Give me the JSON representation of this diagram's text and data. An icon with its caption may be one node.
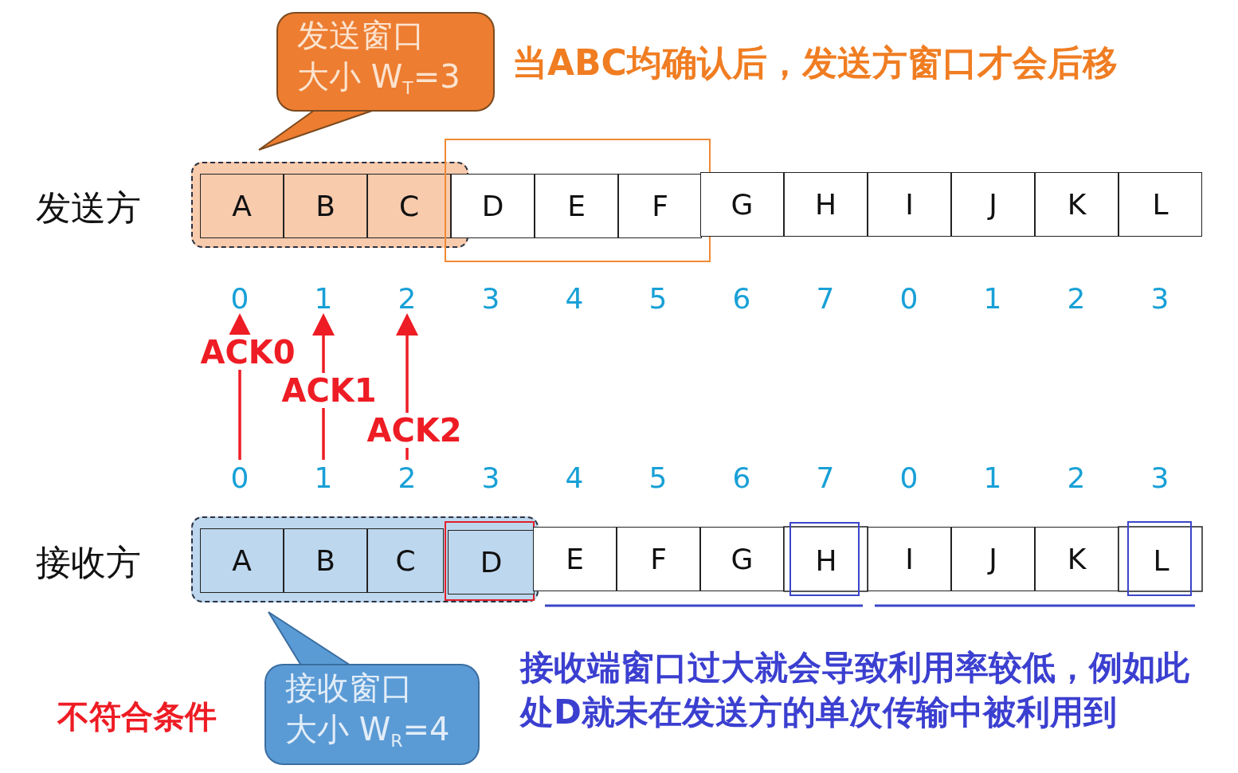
{
  "diagram": {
    "nodes": [
      {
        "text": [
          "发送窗口",
          "大小 W$_{T}$=3"
        ]
      },
      {
        "text": [],
        "shape": "box"
      },
      {
        "text": [
          "A"
        ],
        "in": 1
      },
      {
        "text": [
          "B"
        ],
        "in": 1
      },
      {
        "text": [
          "C"
        ],
        "in": 1
      },
      {
        "text": [],
        "shape": "box"
      },
      {
        "text": [
          "D"
        ],
        "in": 5
      },
      {
        "text": [
          "E"
        ],
        "in": 5
      },
      {
        "text": [
          "F"
        ],
        "in": 5
      },
      {
        "text": [
          "G"
        ]
      },
      {
        "text": [
          "H"
        ]
      },
      {
        "text": [
          "I"
        ]
      },
      {
        "text": [
          "J"
        ]
      },
      {
        "text": [
          "K"
        ]
      },
      {
        "text": [
          "L"
        ]
      },
      {
        "text": [
          "0"
        ]
      },
      {
        "text": [
          "1"
        ]
      },
      {
        "text": [
          "2"
        ]
      },
      {
        "text": [
          "3"
        ]
      },
      {
        "text": [
          "4"
        ]
      },
      {
        "text": [
          "5"
        ]
      },
      {
        "text": [
          "6"
        ]
      },
      {
        "text": [
          "7"
        ]
      },
      {
        "text": [
          "0"
        ]
      },
      {
        "text": [
          "1"
        ]
      },
      {
        "text": [
          "2"
        ]
      },
      {
        "text": [
          "3"
        ]
      },
      {
        "text": [
          "0"
        ]
      },
      {
        "text": [
          "1"
        ]
      },
      {
        "text": [
          "2"
        ]
      },
      {
        "text": [
          "3"
        ]
      },
      {
        "text": [
          "4"
        ]
      },
      {
        "text": [
          "5"
        ]
      },
      {
        "text": [
          "6"
        ]
      },
      {
        "text": [
          "7"
        ]
      },
      {
        "text": [
          "0"
        ]
      },
      {
        "text": [
          "1"
        ]
      },
      {
        "text": [
          "2"
        ]
      },
      {
        "text": [
          "3"
        ]
      },
      {
        "text": [],
        "shape": "box"
      },
      {
        "text": [
          "A"
        ],
        "in": 39
      },
      {
        "text": [
          "B"
        ],
        "in": 39
      },
      {
        "text": [
          "C"
        ],
        "in": 39
      },
      {
        "text": [],
        "shape": "box",
        "in": 39
      },
      {
        "text": [
          "D"
        ],
        "in": 43
      },
      {
        "text": [
          "E"
        ]
      },
      {
        "text": [
          "F"
        ]
      },
      {
        "text": [
          "G"
        ]
      },
      {
        "text": [],
        "shape": "box"
      },
      {
        "text": [
          "H"
        ],
        "in": 48
      },
      {
        "text": [
          "I"
        ]
      },
      {
        "text": [
          "J"
        ]
      },
      {
        "text": [
          "K"
        ]
      },
      {
        "text": [],
        "shape": "box"
      },
      {
        "text": [
          "L"
        ],
        "in": 53
      },
      {
        "text": [
          "接收窗口",
          "大小 W$_{R}$=4"
        ]
      }
    ],
    "edges": [
      {
        "from": 27,
        "to": 15,
        "arrow": "to",
        "label": "ACK0"
      },
      {
        "from": 28,
        "to": 16,
        "arrow": "to",
        "label": "ACK1"
      },
      {
        "from": 29,
        "to": 17,
        "arrow": "to",
        "label": "ACK2"
      }
    ],
    "labels": [
      "当ABC均确认后，发送方窗口才会后移",
      "发送方",
      "接收方",
      "不符合条件",
      "接收端窗口过大就会导致利用率较低，例如此处D就未在发送方的单次传输中被利用到"
    ]
  }
}
